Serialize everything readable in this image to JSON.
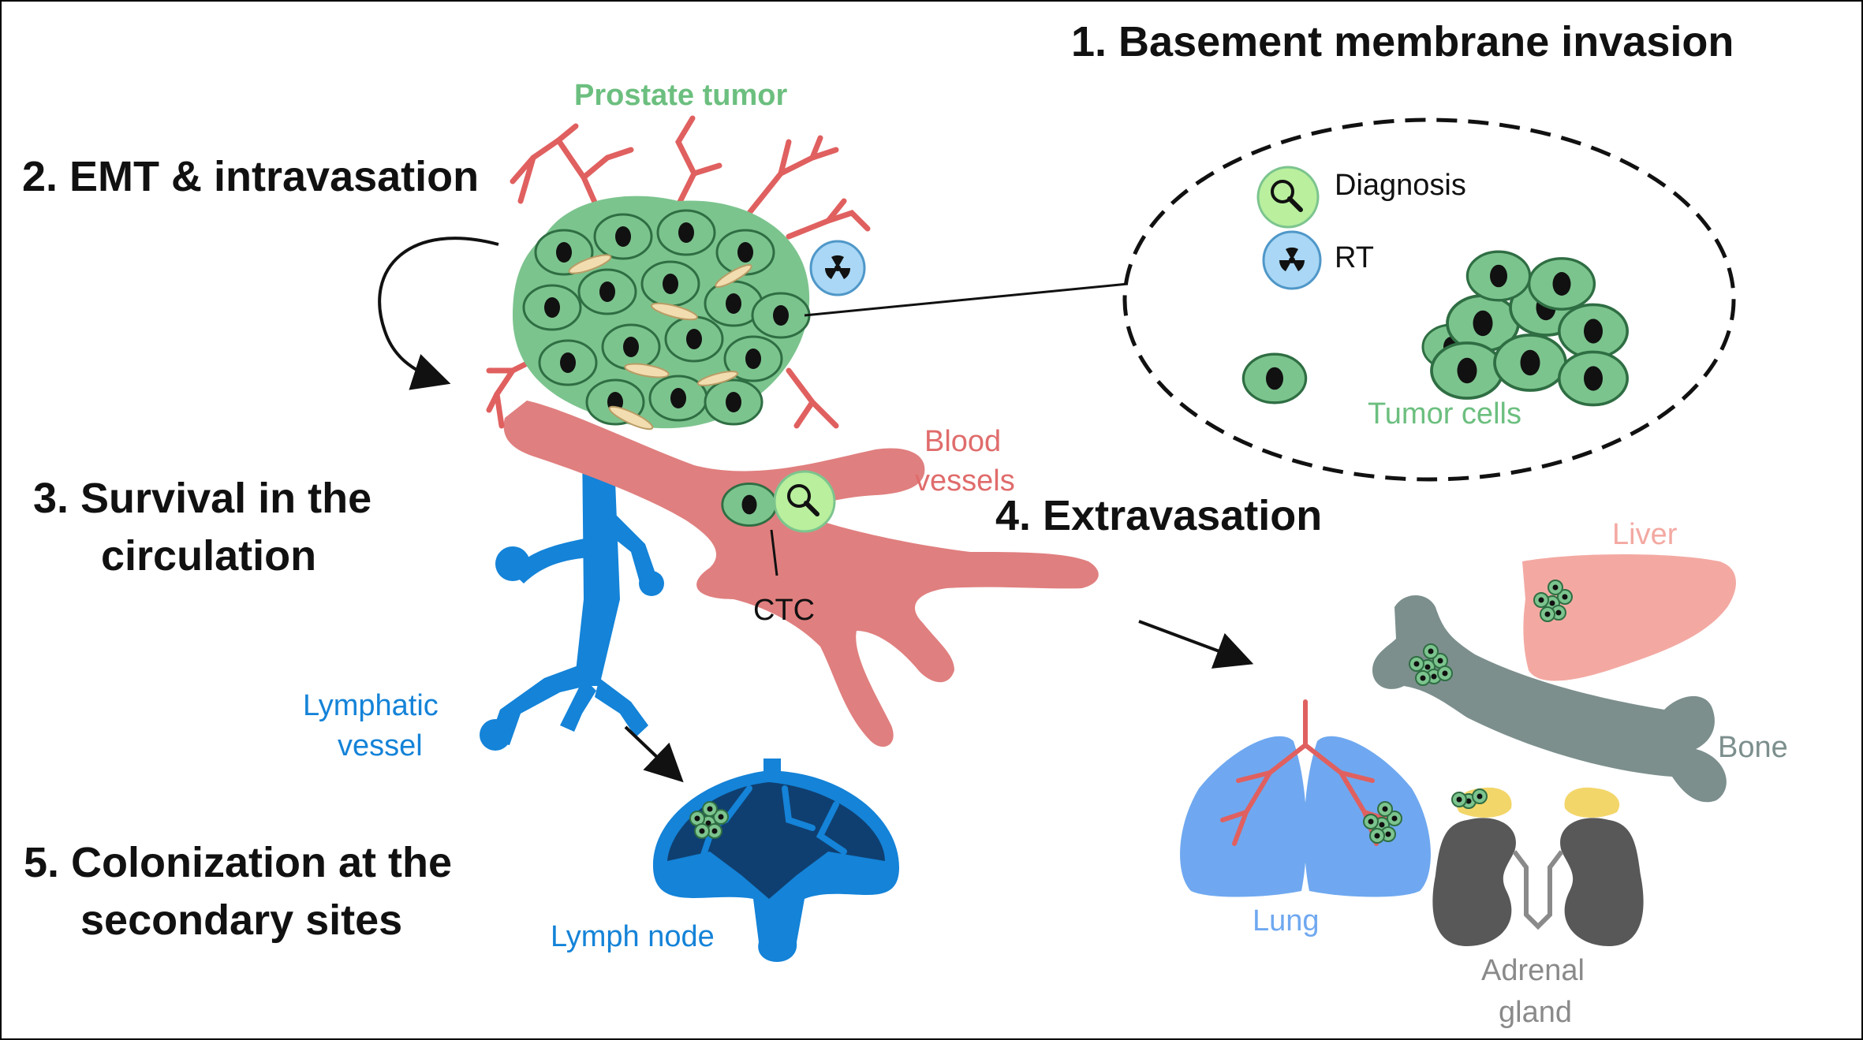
{
  "steps": {
    "s1": "1. Basement membrane invasion",
    "s2": "2. EMT & intravasation",
    "s3_line1": "3. Survival in the",
    "s3_line2": "circulation",
    "s4": "4. Extravasation",
    "s5_line1": "5. Colonization at the",
    "s5_line2": "secondary sites"
  },
  "labels": {
    "prostate_tumor": "Prostate tumor",
    "diagnosis": "Diagnosis",
    "rt": "RT",
    "tumor_cells": "Tumor cells",
    "blood_line1": "Blood",
    "blood_line2": "vessels",
    "ctc": "CTC",
    "lymphatic_line1": "Lymphatic",
    "lymphatic_line2": "vessel",
    "lymph_node": "Lymph node",
    "liver": "Liver",
    "bone": "Bone",
    "lung": "Lung",
    "adrenal_line1": "Adrenal",
    "adrenal_line2": "gland"
  },
  "colors": {
    "tumor_green": "#7cc48e",
    "tumor_label": "#6cbf7f",
    "blood_red": "#e07f7f",
    "blood_label": "#e06c6c",
    "lymph_blue": "#1483d8",
    "lung_blue": "#6fa8f0",
    "liver_pink": "#f3a9a2",
    "bone_gray": "#7c8f8d",
    "adrenal_dark": "#585858",
    "adrenal_yellow": "#f3d66a",
    "diagnosis_green": "#b9ef9d",
    "rt_blue": "#a9d7f5"
  },
  "icons": [
    "magnifier-icon",
    "radiation-icon"
  ]
}
